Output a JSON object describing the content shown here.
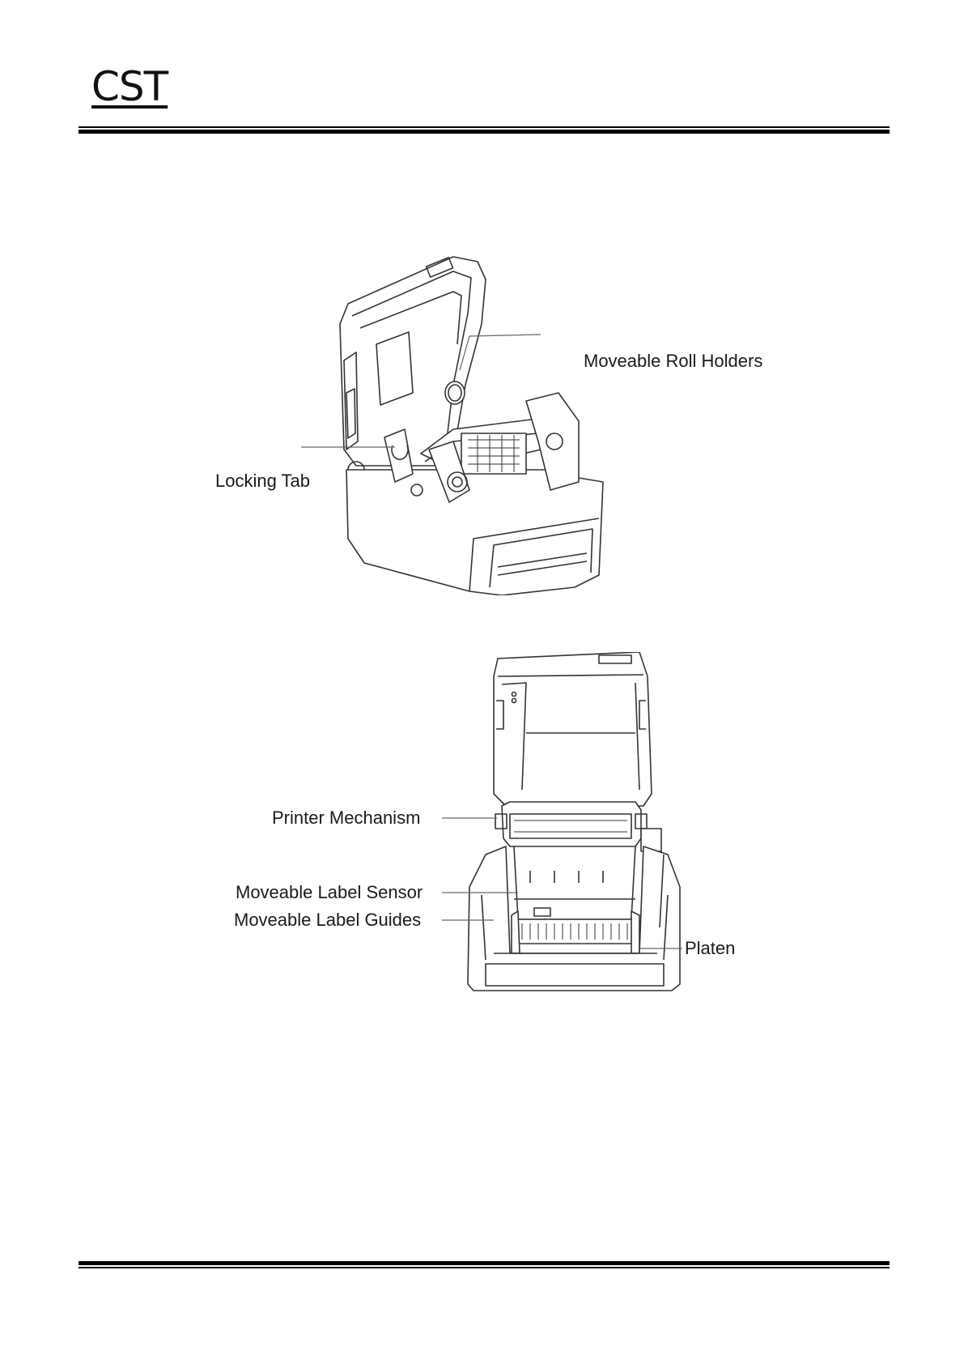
{
  "header": {
    "logo_text": "CST"
  },
  "figure_top": {
    "callouts": {
      "roll_holders": "Moveable Roll Holders",
      "locking_tab": "Locking Tab"
    }
  },
  "figure_bottom": {
    "callouts": {
      "printer_mechanism": "Printer Mechanism",
      "label_sensor": "Moveable Label Sensor",
      "label_guides": "Moveable Label Guides",
      "platen": "Platen"
    }
  }
}
